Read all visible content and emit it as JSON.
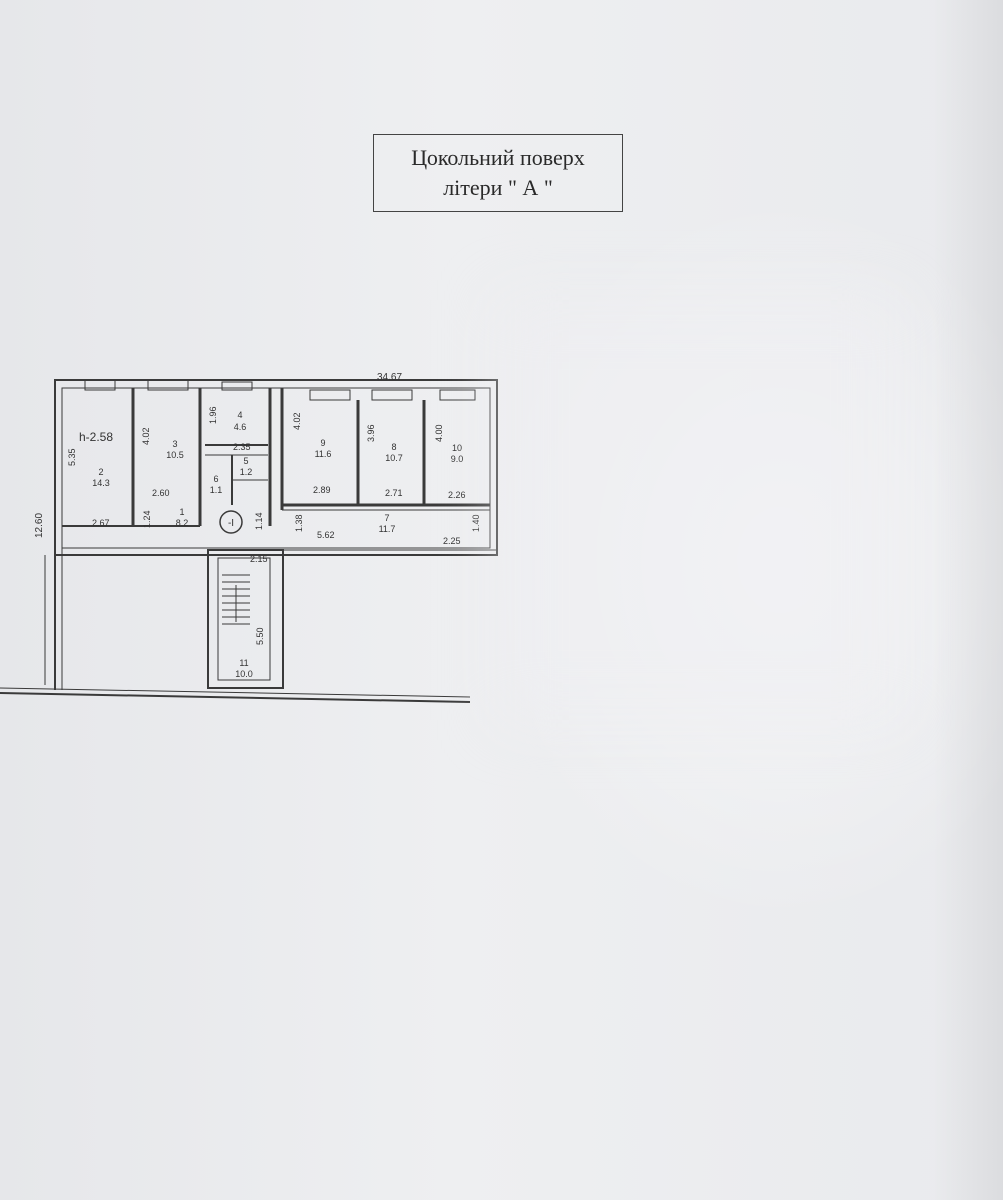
{
  "title": {
    "line1": "Цокольний поверх",
    "line2": "літери \" А \""
  },
  "plan": {
    "overall_length": "34.67",
    "overall_width": "12.60",
    "height": "h-2.58",
    "left_wall": "5.35",
    "dimensions": {
      "d_402_a": "4.02",
      "d_196": "1.96",
      "d_235": "2.35",
      "d_260": "2.60",
      "d_267": "2.67",
      "d_124": "1.24",
      "d_114": "1.14",
      "d_138": "1.38",
      "d_562": "5.62",
      "d_402_b": "4.02",
      "d_396": "3.96",
      "d_400": "4.00",
      "d_289": "2.89",
      "d_271": "2.71",
      "d_226": "2.26",
      "d_225": "2.25",
      "d_140": "1.40",
      "d_215": "2.15",
      "d_550": "5.50"
    },
    "rooms": [
      {
        "num": "1",
        "area": "8.2"
      },
      {
        "num": "2",
        "area": "14.3"
      },
      {
        "num": "3",
        "area": "10.5"
      },
      {
        "num": "4",
        "area": "4.6"
      },
      {
        "num": "5",
        "area": "1.2"
      },
      {
        "num": "6",
        "area": "1.1"
      },
      {
        "num": "7",
        "area": "11.7"
      },
      {
        "num": "8",
        "area": "10.7"
      },
      {
        "num": "9",
        "area": "11.6"
      },
      {
        "num": "10",
        "area": "9.0"
      },
      {
        "num": "11",
        "area": "10.0"
      }
    ],
    "marker": "-I"
  }
}
